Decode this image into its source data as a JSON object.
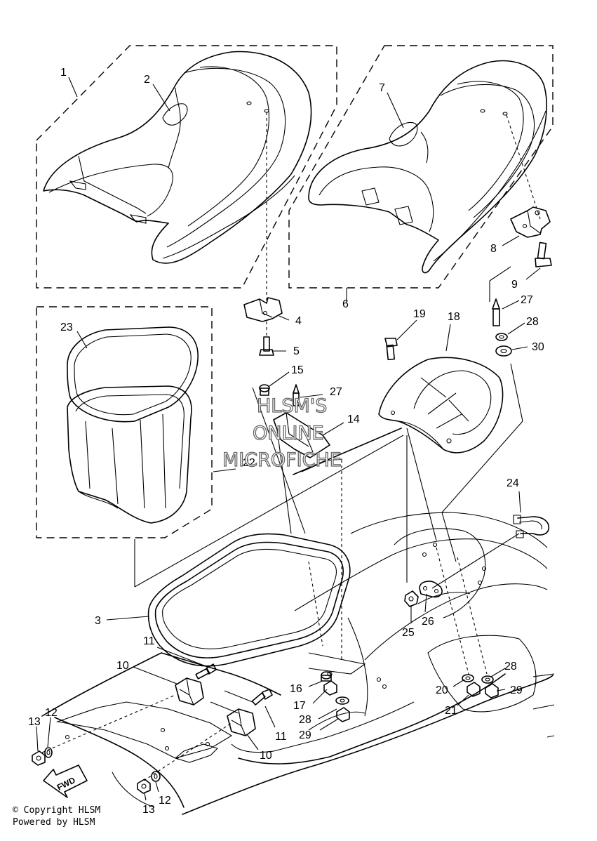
{
  "callouts": [
    {
      "id": "c1",
      "text": "1"
    },
    {
      "id": "c2",
      "text": "2"
    },
    {
      "id": "c3",
      "text": "3"
    },
    {
      "id": "c4",
      "text": "4"
    },
    {
      "id": "c5",
      "text": "5"
    },
    {
      "id": "c6",
      "text": "6"
    },
    {
      "id": "c7",
      "text": "7"
    },
    {
      "id": "c8",
      "text": "8"
    },
    {
      "id": "c9",
      "text": "9"
    },
    {
      "id": "c10a",
      "text": "10"
    },
    {
      "id": "c10b",
      "text": "10"
    },
    {
      "id": "c11a",
      "text": "11"
    },
    {
      "id": "c11b",
      "text": "11"
    },
    {
      "id": "c12a",
      "text": "12"
    },
    {
      "id": "c12b",
      "text": "12"
    },
    {
      "id": "c13a",
      "text": "13"
    },
    {
      "id": "c13b",
      "text": "13"
    },
    {
      "id": "c14",
      "text": "14"
    },
    {
      "id": "c15",
      "text": "15"
    },
    {
      "id": "c16",
      "text": "16"
    },
    {
      "id": "c17",
      "text": "17"
    },
    {
      "id": "c18",
      "text": "18"
    },
    {
      "id": "c19",
      "text": "19"
    },
    {
      "id": "c20",
      "text": "20"
    },
    {
      "id": "c21",
      "text": "21"
    },
    {
      "id": "c22",
      "text": "22"
    },
    {
      "id": "c23",
      "text": "23"
    },
    {
      "id": "c24",
      "text": "24"
    },
    {
      "id": "c25",
      "text": "25"
    },
    {
      "id": "c26",
      "text": "26"
    },
    {
      "id": "c27a",
      "text": "27"
    },
    {
      "id": "c27b",
      "text": "27"
    },
    {
      "id": "c28a",
      "text": "28"
    },
    {
      "id": "c28b",
      "text": "28"
    },
    {
      "id": "c28c",
      "text": "28"
    },
    {
      "id": "c29a",
      "text": "29"
    },
    {
      "id": "c29b",
      "text": "29"
    },
    {
      "id": "c30",
      "text": "30"
    }
  ],
  "watermark": {
    "line1": "HLSM'S",
    "line2": "ONLINE",
    "line3": "MICROFICHE"
  },
  "direction_badge": "FWD",
  "footer": {
    "copyright": "© Copyright HLSM",
    "powered": "Powered by HLSM"
  }
}
